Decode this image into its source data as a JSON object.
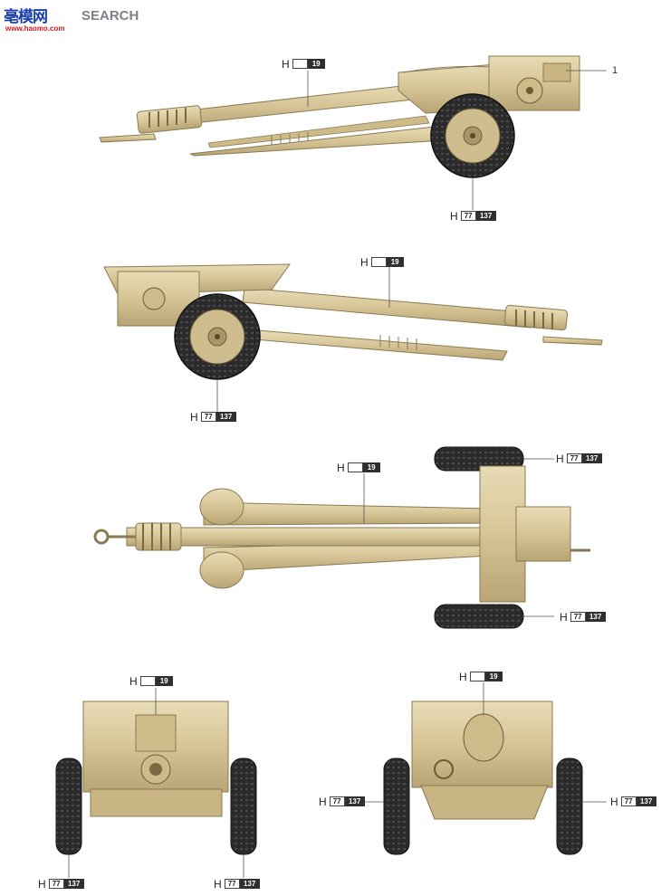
{
  "logo": {
    "cn": "亳模网",
    "search": "SEARCH",
    "url": "www.haomo.com"
  },
  "colors": {
    "sand": "#d9c79a",
    "sand_dark": "#a8956a",
    "tire": "#2b2b2b",
    "code_dark": "#2f2f2f"
  },
  "callout_1": "1",
  "codes": {
    "side1_barrel": {
      "h": "H",
      "a": "",
      "b": "19"
    },
    "side1_wheel": {
      "h": "H",
      "a": "77",
      "b": "137"
    },
    "side2_barrel": {
      "h": "H",
      "a": "",
      "b": "19"
    },
    "side2_wheel": {
      "h": "H",
      "a": "77",
      "b": "137"
    },
    "top_barrel": {
      "h": "H",
      "a": "",
      "b": "19"
    },
    "top_wheel_upper": {
      "h": "H",
      "a": "77",
      "b": "137"
    },
    "top_wheel_lower": {
      "h": "H",
      "a": "77",
      "b": "137"
    },
    "front_shield": {
      "h": "H",
      "a": "",
      "b": "19"
    },
    "front_wheel_left": {
      "h": "H",
      "a": "77",
      "b": "137"
    },
    "front_wheel_right": {
      "h": "H",
      "a": "77",
      "b": "137"
    },
    "rear_shield": {
      "h": "H",
      "a": "",
      "b": "19"
    },
    "rear_wheel_left": {
      "h": "H",
      "a": "77",
      "b": "137"
    },
    "rear_wheel_right": {
      "h": "H",
      "a": "77",
      "b": "137"
    }
  }
}
